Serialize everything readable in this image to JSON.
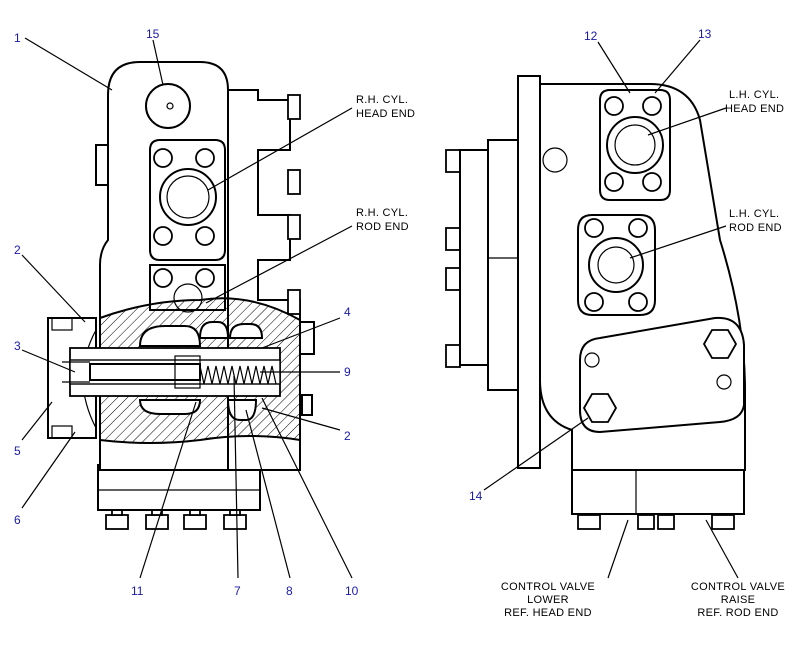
{
  "callouts": {
    "n1": "1",
    "n2a": "2",
    "n2b": "2",
    "n3": "3",
    "n4": "4",
    "n5": "5",
    "n6": "6",
    "n7": "7",
    "n8": "8",
    "n9": "9",
    "n10": "10",
    "n11": "11",
    "n12": "12",
    "n13": "13",
    "n14": "14",
    "n15": "15"
  },
  "labels": {
    "rh_head": [
      "R.H. CYL.",
      "HEAD END"
    ],
    "rh_rod": [
      "R.H. CYL.",
      "ROD END"
    ],
    "lh_head": [
      "L.H. CYL.",
      "HEAD END"
    ],
    "lh_rod": [
      "L.H. CYL.",
      "ROD END"
    ],
    "cv_lower": [
      "CONTROL VALVE",
      "LOWER",
      "REF. HEAD END"
    ],
    "cv_raise": [
      "CONTROL VALVE",
      "RAISE",
      "REF. ROD END"
    ]
  },
  "colors": {
    "callout_number": "#1a1aa6",
    "line": "#000000"
  }
}
